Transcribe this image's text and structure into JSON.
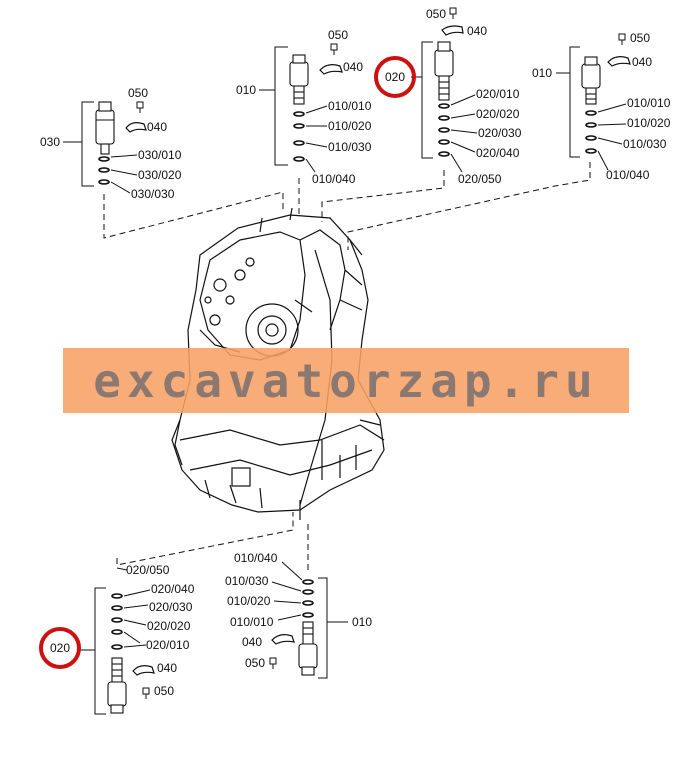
{
  "labels": {
    "a050": "050",
    "a040": "040",
    "a030": "030",
    "a030_010": "030/010",
    "a030_020": "030/020",
    "a030_030": "030/030",
    "b050": "050",
    "b040": "040",
    "b010": "010",
    "b010_010": "010/010",
    "b010_020": "010/020",
    "b010_030": "010/030",
    "b010_040": "010/040",
    "c050": "050",
    "c040": "040",
    "c020": "020",
    "c020_010": "020/010",
    "c020_020": "020/020",
    "c020_030": "020/030",
    "c020_040": "020/040",
    "c020_050": "020/050",
    "d050": "050",
    "d040": "040",
    "d010": "010",
    "d010_010": "010/010",
    "d010_020": "010/020",
    "d010_030": "010/030",
    "d010_040": "010/040",
    "e020": "020",
    "e020_050": "020/050",
    "e020_040": "020/040",
    "e020_030": "020/030",
    "e020_020": "020/020",
    "e020_010": "020/010",
    "e040": "040",
    "e050": "050",
    "f010_040": "010/040",
    "f010_030": "010/030",
    "f010_020": "010/020",
    "f010_010": "010/010",
    "f040": "040",
    "f050": "050",
    "f010": "010"
  },
  "watermark": "excavatorzap.ru",
  "colors": {
    "highlight": "#cc1111",
    "watermark_band": "#f7a064",
    "line": "#111111"
  }
}
